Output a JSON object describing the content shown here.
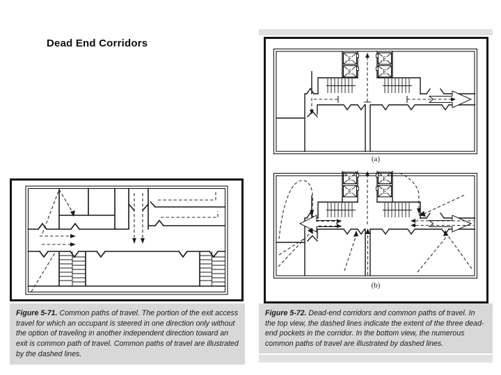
{
  "title": "Dead End Corridors",
  "figure_left": {
    "label": "Figure 5-71.",
    "caption": "Common paths of travel. The portion of the exit access travel for which an occupant is steered in one direction only without the option of traveling in another independent direction toward an exit is common path of travel. Common paths of travel are illustrated by the dashed lines."
  },
  "figure_right": {
    "label": "Figure 5-72.",
    "caption": "Dead-end corridors and common paths of travel. In the top view, the dashed lines indicate the extent of the three dead-end pockets in the corridor. In the bottom view, the numerous common paths of travel are illustrated by dashed lines.",
    "sublabels": {
      "a": "(a)",
      "b": "(b)"
    },
    "elevator_label": "E"
  },
  "colors": {
    "ink": "#161616",
    "caption_background": "#d8d8d8",
    "page_background": "#ffffff"
  }
}
